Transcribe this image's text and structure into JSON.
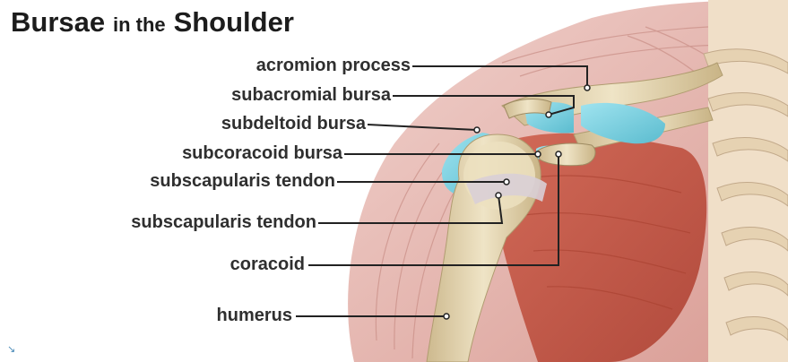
{
  "title": {
    "part1": "Bursae",
    "part2": "in the",
    "part3": "Shoulder"
  },
  "labels": [
    {
      "id": "acromion-process",
      "text": "acromion process"
    },
    {
      "id": "subacromial-bursa",
      "text": "subacromial bursa"
    },
    {
      "id": "subdeltoid-bursa",
      "text": "subdeltoid bursa"
    },
    {
      "id": "subcoracoid-bursa",
      "text": "subcoracoid bursa"
    },
    {
      "id": "subscapularis-tendon-upper",
      "text": "subscapularis tendon"
    },
    {
      "id": "subscapularis-tendon-lower",
      "text": "subscapularis tendon"
    },
    {
      "id": "coracoid",
      "text": "coracoid"
    },
    {
      "id": "humerus",
      "text": "humerus"
    }
  ],
  "colors": {
    "background": "#ffffff",
    "muscle_outer": "#e8b8b2",
    "muscle_red": "#c95745",
    "bone": "#e4d5b0",
    "bursa": "#7fd3e2",
    "label_text": "#2f2f2f",
    "leader_line": "#222222"
  }
}
